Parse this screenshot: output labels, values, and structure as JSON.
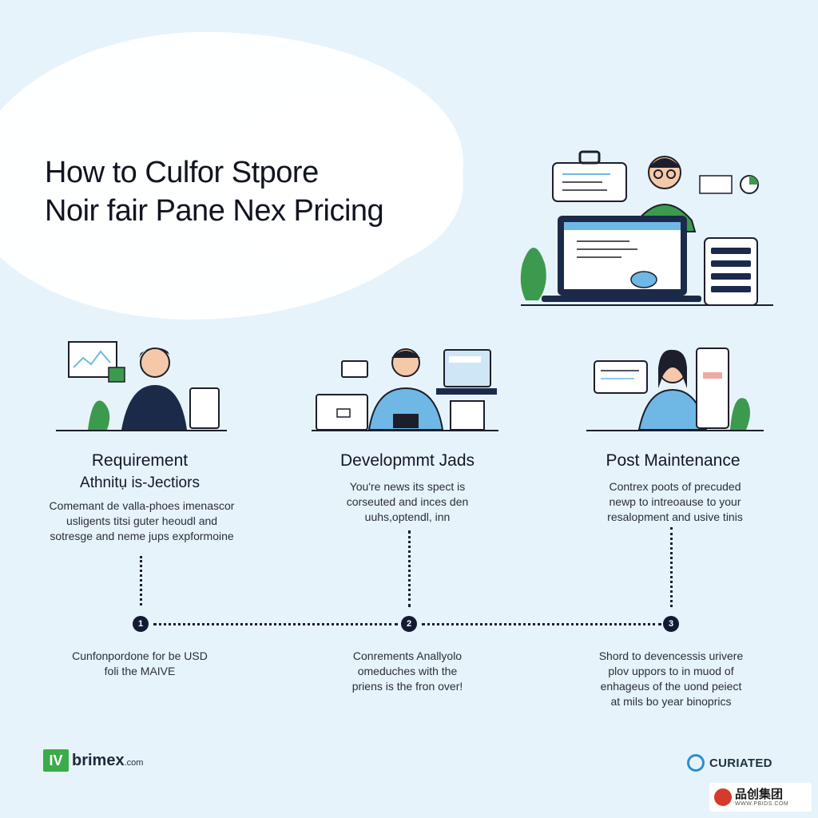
{
  "title": {
    "line1": "How to Culfor Stpore",
    "line2": "Noir fair Pane Nex Pricing"
  },
  "steps": [
    {
      "number": "1",
      "title_line1": "Requirement",
      "title_line2": "Athnitụ is-Jectiors",
      "desc": [
        "Comemant de valla-phoes imenascor",
        "usligents titsi guter heoudl and",
        "sotresge and neme jups expformoine"
      ],
      "bottom": [
        "Cunfonpordone for be USD",
        "foli the MAIVE"
      ]
    },
    {
      "number": "2",
      "title_line1": "Developmmt Jads",
      "title_line2": "",
      "desc": [
        "You're news its spect is",
        "corseuted and inces den",
        "uuhs,optendl, inn"
      ],
      "bottom": [
        "Conrements Anallyolo",
        "omeduches with the",
        "priens is the fron over!"
      ]
    },
    {
      "number": "3",
      "title_line1": "Post Maintenance",
      "title_line2": "",
      "desc": [
        "Contrex poots of precuded",
        "newp to intreoause to your",
        "resalopment and usive tinis"
      ],
      "bottom": [
        "Shord to devencessis urivere",
        "plov uppors to in muod of",
        "enhageus of the uond peiect",
        "at mils bo year binoprics"
      ]
    }
  ],
  "logos": {
    "left_mark": "IV",
    "left_name": "brimex",
    "left_suffix": ".com",
    "right_name": "CURIATED",
    "watermark_main": "品创集团",
    "watermark_sub": "WWW.PBIDS.COM"
  },
  "colors": {
    "background": "#e7f3fb",
    "accent_blue": "#6fb8e6",
    "accent_green": "#3c9a4e",
    "dark_navy": "#141a33"
  }
}
